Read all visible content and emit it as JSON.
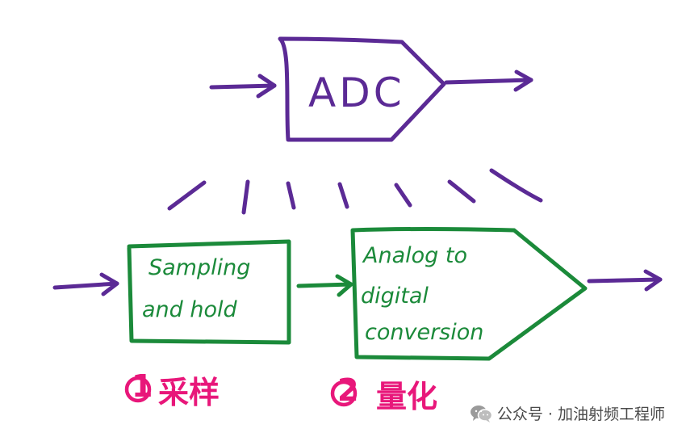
{
  "diagram": {
    "adc_block": {
      "label": "ADC"
    },
    "sampling_block": {
      "line1": "Sampling",
      "line2": "and hold"
    },
    "conversion_block": {
      "line1": "Analog to",
      "line2": "digital",
      "line3": "conversion"
    },
    "step1": {
      "number": "1",
      "text": "采样"
    },
    "step2": {
      "number": "2",
      "text": "量化"
    }
  },
  "watermark": {
    "icon": "wechat-icon",
    "text": "公众号 · 加油射频工程师"
  },
  "colors": {
    "purple": "#5b2a95",
    "green": "#1b8a3a",
    "pink": "#e8177a"
  }
}
